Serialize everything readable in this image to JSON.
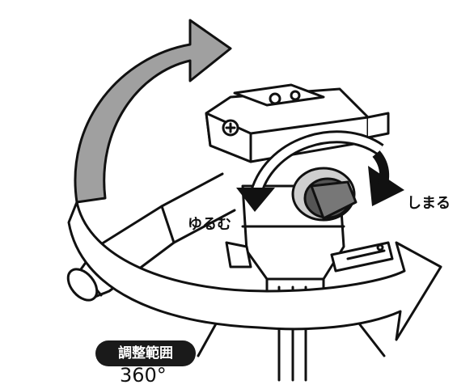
{
  "labels": {
    "loosen": "ゆるむ",
    "tighten": "しまる",
    "adjust_range": "調整範囲",
    "range_value": "360°"
  },
  "colors": {
    "outline": "#111111",
    "arrow_fill_shaded": "#a0a0a0",
    "arrow_fill_white": "#ffffff",
    "badge_background": "#1a1a1a"
  }
}
